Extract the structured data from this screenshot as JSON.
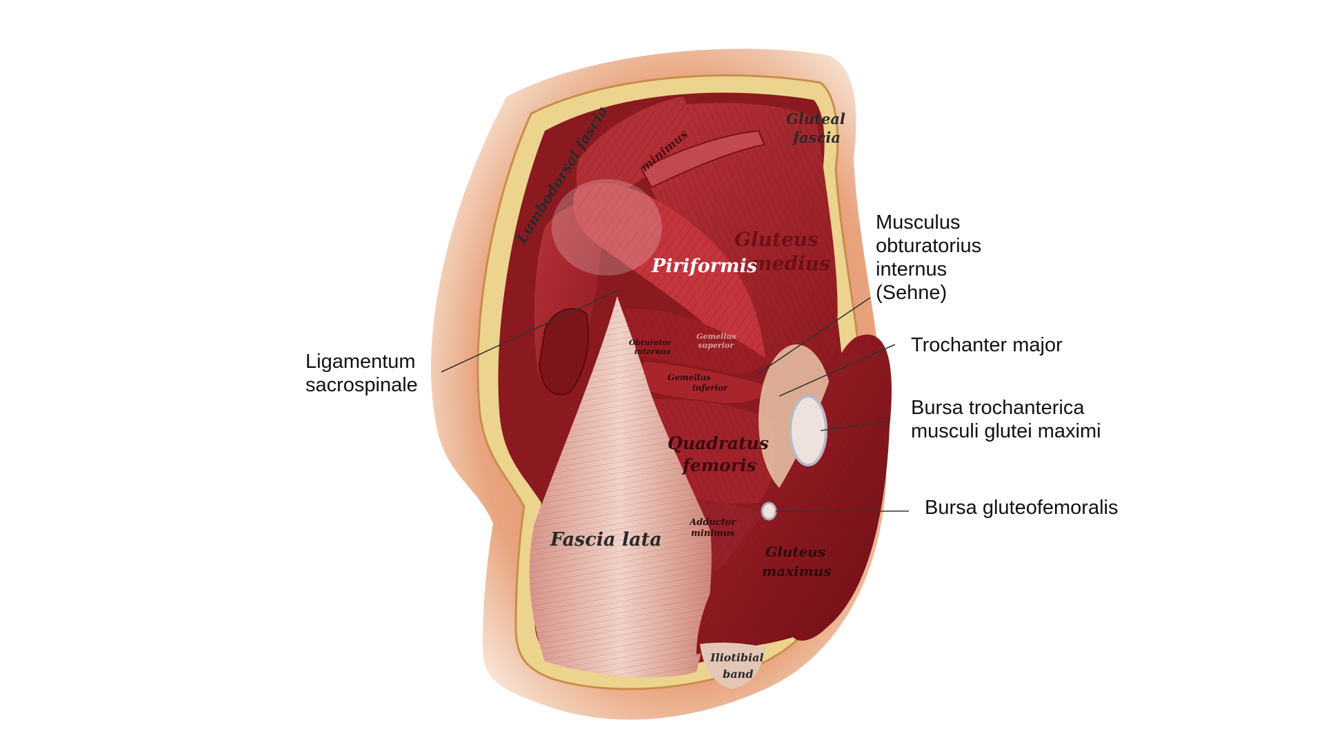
{
  "figure": {
    "background_color": "#ffffff",
    "skin_color": "#e39a72",
    "fat_color": "#ecd38e",
    "muscle_color": "#a8242a",
    "muscle_dark_color": "#7a1218",
    "fascia_color": "#e7c3b9"
  },
  "plate_labels": {
    "lumbodorsal_fascia": "Lumbodorsal fascia",
    "gluteal_fascia_1": "Gluteal",
    "gluteal_fascia_2": "fascia",
    "gluteus_minimus": "minimus",
    "gluteus_medius_1": "Gluteus",
    "gluteus_medius_2": "medius",
    "piriformis": "Piriformis",
    "obturator_internus_1": "Obturator",
    "obturator_internus_2": "internus",
    "gemellus_superior_1": "Gemellus",
    "gemellus_superior_2": "superior",
    "gemellus_inferior_1": "Gemellus",
    "gemellus_inferior_2": "inferior",
    "quadratus_femoris_1": "Quadratus",
    "quadratus_femoris_2": "femoris",
    "adductor_minimus_1": "Adductor",
    "adductor_minimus_2": "minimus",
    "fascia_lata": "Fascia lata",
    "gluteus_maximus_1": "Gluteus",
    "gluteus_maximus_2": "maximus",
    "iliotibial_band_1": "Iliotibial",
    "iliotibial_band_2": "band"
  },
  "callouts": {
    "obturatorius": "Musculus\nobturatorius\ninternus\n(Sehne)",
    "sacrospinale": "Ligamentum\nsacrospinale",
    "trochanter": "Trochanter major",
    "bursa_trochanterica": "Bursa trochanterica\nmusculi glutei maximi",
    "bursa_gluteofemoralis": "Bursa gluteofemoralis"
  }
}
